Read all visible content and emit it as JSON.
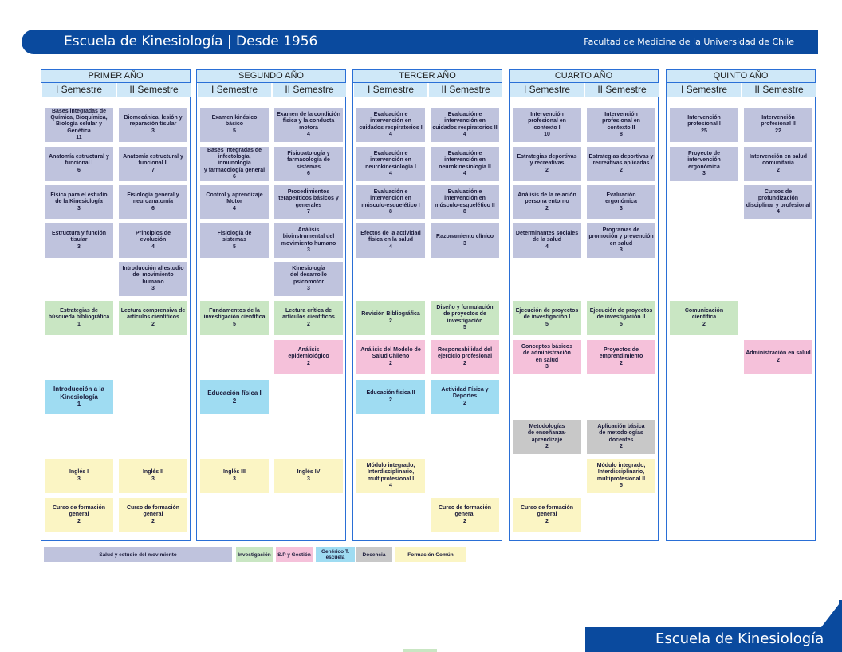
{
  "header": {
    "title": "Escuela de Kinesiología | Desde 1956",
    "subtitle": "Facultad de Medicina de la Universidad de Chile"
  },
  "footer": {
    "title": "Escuela de Kinesiología"
  },
  "colors": {
    "header_blue": "#0a4a9e",
    "border_blue": "#2a6fd6",
    "salud": "#bfc3dd",
    "investigacion": "#c9e6c3",
    "sp_gestion": "#f5c1da",
    "generico": "#9fdcf2",
    "docencia": "#c8c8c8",
    "formacion_comun": "#fbf5c4"
  },
  "semester_labels": [
    "I Semestre",
    "II Semestre"
  ],
  "years": [
    {
      "name": "PRIMER AÑO",
      "courses": [
        {
          "sem": 1,
          "row": 0,
          "cat": "salud",
          "text": "Bases integradas de\nQuímica, Bioquímica,\nBiología celular y Genética\n11"
        },
        {
          "sem": 2,
          "row": 0,
          "cat": "salud",
          "text": "Biomecánica, lesión y\nreparación tisular\n3"
        },
        {
          "sem": 1,
          "row": 1,
          "cat": "salud",
          "text": "Anatomía estructural y\nfuncional I\n6"
        },
        {
          "sem": 2,
          "row": 1,
          "cat": "salud",
          "text": "Anatomía estructural y\nfuncional II\n7"
        },
        {
          "sem": 1,
          "row": 2,
          "cat": "salud",
          "text": "Física para el estudio\nde la Kinesiología\n3"
        },
        {
          "sem": 2,
          "row": 2,
          "cat": "salud",
          "text": "Fisiología general y\nneuroanatomía\n6"
        },
        {
          "sem": 1,
          "row": 3,
          "cat": "salud",
          "text": "Estructura y función\ntisular\n3"
        },
        {
          "sem": 2,
          "row": 3,
          "cat": "salud",
          "text": "Principios de\nevolución\n4"
        },
        {
          "sem": 2,
          "row": 4,
          "cat": "salud",
          "text": "Introducción al estudio\ndel movimiento\nhumano\n3"
        },
        {
          "sem": 1,
          "row": 5,
          "cat": "investigacion",
          "text": "Estrategias de\nbúsqueda bibliográfica\n1"
        },
        {
          "sem": 2,
          "row": 5,
          "cat": "investigacion",
          "text": "Lectura comprensiva de\nartículos científicos\n2"
        },
        {
          "sem": 1,
          "row": 7,
          "cat": "generico",
          "big": true,
          "text": "Introducción a la\nKinesiología\n1"
        },
        {
          "sem": 1,
          "row": 9,
          "cat": "formacion_comun",
          "text": "Inglés I\n3"
        },
        {
          "sem": 2,
          "row": 9,
          "cat": "formacion_comun",
          "text": "Inglés II\n3"
        },
        {
          "sem": 1,
          "row": 10,
          "cat": "formacion_comun",
          "text": "Curso de formación\ngeneral\n2"
        },
        {
          "sem": 2,
          "row": 10,
          "cat": "formacion_comun",
          "text": "Curso de formación\ngeneral\n2"
        }
      ]
    },
    {
      "name": "SEGUNDO AÑO",
      "courses": [
        {
          "sem": 1,
          "row": 0,
          "cat": "salud",
          "text": "Examen kinésico\nbásico\n5"
        },
        {
          "sem": 2,
          "row": 0,
          "cat": "salud",
          "text": "Examen de la condición\nfísica y la conducta\nmotora\n4"
        },
        {
          "sem": 1,
          "row": 1,
          "cat": "salud",
          "text": "Bases integradas de\ninfectología, inmunología\ny farmacología general\n6"
        },
        {
          "sem": 2,
          "row": 1,
          "cat": "salud",
          "text": "Fisiopatología y\nfarmacología de\nsistemas\n6"
        },
        {
          "sem": 1,
          "row": 2,
          "cat": "salud",
          "text": "Control y aprendizaje\nMotor\n4"
        },
        {
          "sem": 2,
          "row": 2,
          "cat": "salud",
          "text": "Procedimientos\nterapeúticos básicos y\ngenerales\n7"
        },
        {
          "sem": 1,
          "row": 3,
          "cat": "salud",
          "text": "Fisiología de\nsistemas\n5"
        },
        {
          "sem": 2,
          "row": 3,
          "cat": "salud",
          "text": "Análisis\nbioinstrumental del\nmovimiento humano\n3"
        },
        {
          "sem": 2,
          "row": 4,
          "cat": "salud",
          "text": "Kinesiología\ndel desarrollo\npsicomotor\n3"
        },
        {
          "sem": 1,
          "row": 5,
          "cat": "investigacion",
          "text": "Fundamentos de la\ninvestigación científica\n5"
        },
        {
          "sem": 2,
          "row": 5,
          "cat": "investigacion",
          "text": "Lectura crítica de\nartículos científicos\n2"
        },
        {
          "sem": 2,
          "row": 6,
          "cat": "sp_gestion",
          "text": "Análisis\nepidemiológico\n2"
        },
        {
          "sem": 1,
          "row": 7,
          "cat": "generico",
          "big": true,
          "text": "Educación física I\n2"
        },
        {
          "sem": 1,
          "row": 9,
          "cat": "formacion_comun",
          "text": "Inglés III\n3"
        },
        {
          "sem": 2,
          "row": 9,
          "cat": "formacion_comun",
          "text": "Inglés IV\n3"
        }
      ]
    },
    {
      "name": "TERCER AÑO",
      "courses": [
        {
          "sem": 1,
          "row": 0,
          "cat": "salud",
          "text": "Evaluación e\nintervención en\ncuidados respiratorios I\n4"
        },
        {
          "sem": 2,
          "row": 0,
          "cat": "salud",
          "text": "Evaluación e\nintervención en\ncuidados respiratorios II\n4"
        },
        {
          "sem": 1,
          "row": 1,
          "cat": "salud",
          "text": "Evaluación e\nintervención en\nneurokinesiología I\n4"
        },
        {
          "sem": 2,
          "row": 1,
          "cat": "salud",
          "text": "Evaluación e\nintervención en\nneurokinesiología II\n4"
        },
        {
          "sem": 1,
          "row": 2,
          "cat": "salud",
          "text": "Evaluación e\nintervención en\nmúsculo-esquelético I\n8"
        },
        {
          "sem": 2,
          "row": 2,
          "cat": "salud",
          "text": "Evaluación e\nintervención en\nmúsculo-esquelético II\n8"
        },
        {
          "sem": 1,
          "row": 3,
          "cat": "salud",
          "text": "Efectos de la actividad\nfísica en la salud\n4"
        },
        {
          "sem": 2,
          "row": 3,
          "cat": "salud",
          "text": "Razonamiento clínico\n3"
        },
        {
          "sem": 1,
          "row": 5,
          "cat": "investigacion",
          "text": "Revisión Bibliográfica\n2"
        },
        {
          "sem": 2,
          "row": 5,
          "cat": "investigacion",
          "text": "Diseño y formulación\nde proyectos de\ninvestigación\n5"
        },
        {
          "sem": 1,
          "row": 6,
          "cat": "sp_gestion",
          "text": "Análisis del Modelo de\nSalud Chileno\n2"
        },
        {
          "sem": 2,
          "row": 6,
          "cat": "sp_gestion",
          "text": "Responsabilidad del\nejercicio profesional\n2"
        },
        {
          "sem": 1,
          "row": 7,
          "cat": "generico",
          "text": "Educación física II\n2"
        },
        {
          "sem": 2,
          "row": 7,
          "cat": "generico",
          "text": "Actividad Física y\nDeportes\n2"
        },
        {
          "sem": 1,
          "row": 9,
          "cat": "formacion_comun",
          "text": "Módulo integrado,\nInterdisciplinario,\nmultiprofesional I\n4"
        },
        {
          "sem": 2,
          "row": 10,
          "cat": "formacion_comun",
          "text": "Curso de formación\ngeneral\n2"
        }
      ]
    },
    {
      "name": "CUARTO AÑO",
      "courses": [
        {
          "sem": 1,
          "row": 0,
          "cat": "salud",
          "text": "Intervención\nprofesional en\ncontexto I\n10"
        },
        {
          "sem": 2,
          "row": 0,
          "cat": "salud",
          "text": "Intervención\nprofesional en\ncontexto II\n8"
        },
        {
          "sem": 1,
          "row": 1,
          "cat": "salud",
          "text": "Estrategias deportivas\ny recreativas\n2"
        },
        {
          "sem": 2,
          "row": 1,
          "cat": "salud",
          "text": "Estrategias deportivas y\nrecreativas aplicadas\n2"
        },
        {
          "sem": 1,
          "row": 2,
          "cat": "salud",
          "text": "Análisis de la relación\npersona entorno\n2"
        },
        {
          "sem": 2,
          "row": 2,
          "cat": "salud",
          "text": "Evaluación\nergonómica\n3"
        },
        {
          "sem": 1,
          "row": 3,
          "cat": "salud",
          "text": "Determinantes sociales\nde la salud\n4"
        },
        {
          "sem": 2,
          "row": 3,
          "cat": "salud",
          "text": "Programas de\npromoción y prevención\nen salud\n3"
        },
        {
          "sem": 1,
          "row": 5,
          "cat": "investigacion",
          "text": "Ejecución de proyectos\nde investigación I\n5"
        },
        {
          "sem": 2,
          "row": 5,
          "cat": "investigacion",
          "text": "Ejecución de proyectos\nde investigación II\n5"
        },
        {
          "sem": 1,
          "row": 6,
          "cat": "sp_gestion",
          "text": "Conceptos básicos\nde administración\nen salud\n3"
        },
        {
          "sem": 2,
          "row": 6,
          "cat": "sp_gestion",
          "text": "Proyectos de\nemprendimiento\n2"
        },
        {
          "sem": 1,
          "row": 8,
          "cat": "docencia",
          "text": "Metodologías\nde enseñanza-\naprendizaje\n2"
        },
        {
          "sem": 2,
          "row": 8,
          "cat": "docencia",
          "text": "Aplicación básica\nde metodologías\ndocentes\n2"
        },
        {
          "sem": 2,
          "row": 9,
          "cat": "formacion_comun",
          "text": "Módulo integrado,\nInterdisciplinario,\nmultiprofesional II\n5"
        },
        {
          "sem": 1,
          "row": 10,
          "cat": "formacion_comun",
          "text": "Curso de formación\ngeneral\n2"
        }
      ]
    },
    {
      "name": "QUINTO AÑO",
      "courses": [
        {
          "sem": 1,
          "row": 0,
          "cat": "salud",
          "text": "Intervención\nprofesional I\n25"
        },
        {
          "sem": 2,
          "row": 0,
          "cat": "salud",
          "text": "Intervención\nprofesional II\n22"
        },
        {
          "sem": 1,
          "row": 1,
          "cat": "salud",
          "text": "Proyecto de\nintervención\nergonómica\n3"
        },
        {
          "sem": 2,
          "row": 1,
          "cat": "salud",
          "text": "Intervención en salud\ncomunitaria\n2"
        },
        {
          "sem": 2,
          "row": 2,
          "cat": "salud",
          "text": "Cursos de\nprofundización\ndisciplinar y profesional\n4"
        },
        {
          "sem": 1,
          "row": 5,
          "cat": "investigacion",
          "text": "Comunicación\ncientífica\n2"
        },
        {
          "sem": 2,
          "row": 6,
          "cat": "sp_gestion",
          "text": "Administración en salud\n2"
        }
      ]
    }
  ],
  "legend": [
    {
      "cat": "salud",
      "label": "Salud y estudio del movimiento"
    },
    {
      "cat": "investigacion",
      "label": "Investigación"
    },
    {
      "cat": "sp_gestion",
      "label": "S.P y Gestión"
    },
    {
      "cat": "generico",
      "label": "Genérico T.\nescuela"
    },
    {
      "cat": "docencia",
      "label": "Docencia"
    },
    {
      "cat": "formacion_comun",
      "label": "Formación Común"
    }
  ]
}
